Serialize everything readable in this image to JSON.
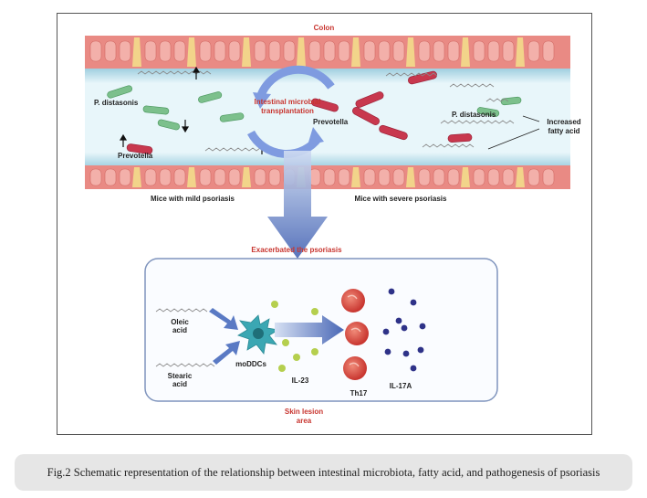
{
  "figure": {
    "colon_label": "Colon",
    "transplant_label_1": "Intestinal microbial",
    "transplant_label_2": "transplantation",
    "p_distasonis_left": "P. distasonis",
    "p_distasonis_right": "P. distasonis",
    "prevotella_left": "Prevotella",
    "prevotella_right": "Prevotella",
    "increased_fatty_acid_1": "Increased",
    "increased_fatty_acid_2": "fatty acid",
    "mild_label": "Mice with mild psoriasis",
    "severe_label": "Mice with severe  psoriasis",
    "exacerbated_label": "Exacerbated the psoriasis",
    "oleic_1": "Oleic",
    "oleic_2": "acid",
    "stearic_1": "Stearic",
    "stearic_2": "acid",
    "modcs_label": "moDDCs",
    "il23_label": "IL-23",
    "th17_label": "Th17",
    "il17a_label": "IL-17A",
    "skin_lesion_1": "Skin lesion",
    "skin_lesion_2": "area"
  },
  "caption": "Fig.2 Schematic representation of the relationship between intestinal microbiota, fatty acid, and pathogenesis of psoriasis",
  "colors": {
    "tissue": "#e8857f",
    "lumen": "#d9f0f6",
    "bacteria_green": "#7cc08c",
    "bacteria_red": "#c8384e",
    "arrow_blue": "#4a68b6",
    "accent_red": "#c8352f",
    "panel_border": "#7f94bd"
  }
}
